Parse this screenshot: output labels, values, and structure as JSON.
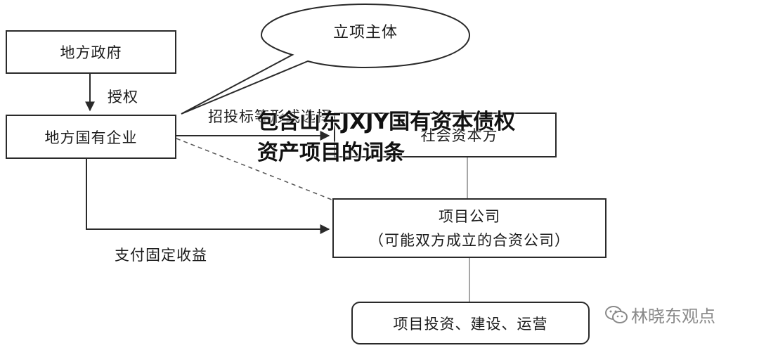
{
  "diagram": {
    "nodes": {
      "local_government": "地方政府",
      "local_soe": "地方国有企业",
      "social_capital": "社会资本方",
      "project_company_title": "项目公司",
      "project_company_note": "（可能双方成立的合资公司）",
      "operations": "项目投资、建设、运营",
      "project_initiator": "立项主体"
    },
    "edge_labels": {
      "authorize": "授权",
      "bidding": "招投标等形式选择",
      "fixed_income": "支付固定收益"
    },
    "colors": {
      "line": "#2a2a2a",
      "dashed": "#555555",
      "thin_line": "#888888"
    }
  },
  "overlay": {
    "title": "包含山东JXJY国有资本债权资产项目的词条"
  },
  "watermark": {
    "text": "林晓东观点",
    "icon": "wechat-icon"
  }
}
